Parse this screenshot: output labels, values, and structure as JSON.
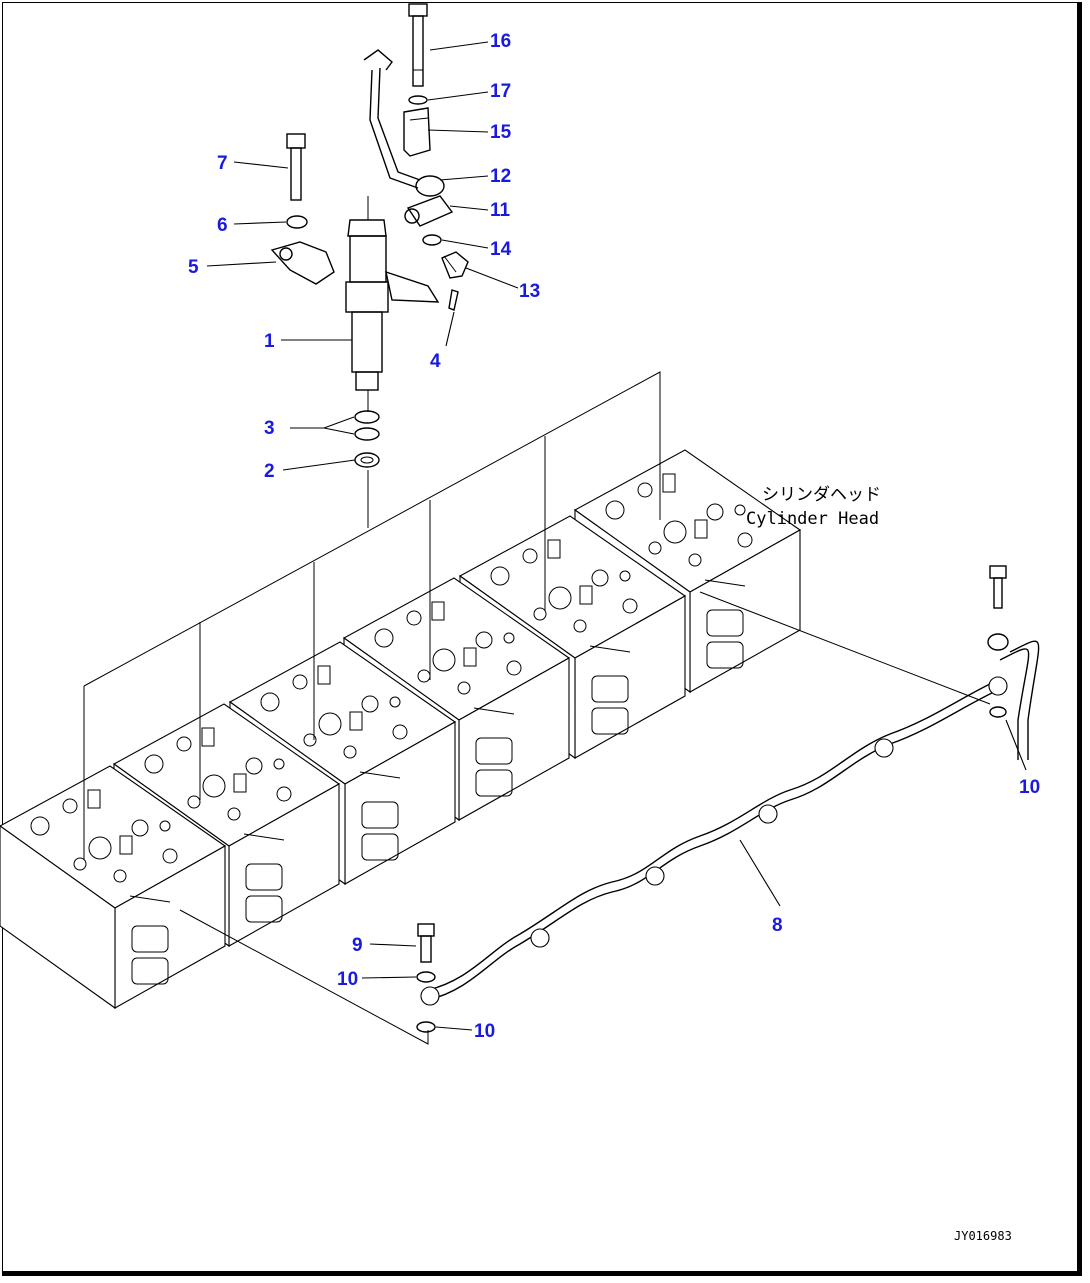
{
  "diagram": {
    "caption_jp": "シリンダヘッド",
    "caption_en": "Cylinder Head",
    "drawing_id": "JY016983",
    "callouts": [
      {
        "id": "c16",
        "label": "16"
      },
      {
        "id": "c17",
        "label": "17"
      },
      {
        "id": "c15",
        "label": "15"
      },
      {
        "id": "c7",
        "label": "7"
      },
      {
        "id": "c12",
        "label": "12"
      },
      {
        "id": "c11",
        "label": "11"
      },
      {
        "id": "c6",
        "label": "6"
      },
      {
        "id": "c14",
        "label": "14"
      },
      {
        "id": "c5",
        "label": "5"
      },
      {
        "id": "c13",
        "label": "13"
      },
      {
        "id": "c1",
        "label": "1"
      },
      {
        "id": "c4",
        "label": "4"
      },
      {
        "id": "c3",
        "label": "3"
      },
      {
        "id": "c2",
        "label": "2"
      },
      {
        "id": "c10a",
        "label": "10"
      },
      {
        "id": "c8",
        "label": "8"
      },
      {
        "id": "c9",
        "label": "9"
      },
      {
        "id": "c10b",
        "label": "10"
      },
      {
        "id": "c10c",
        "label": "10"
      }
    ]
  }
}
